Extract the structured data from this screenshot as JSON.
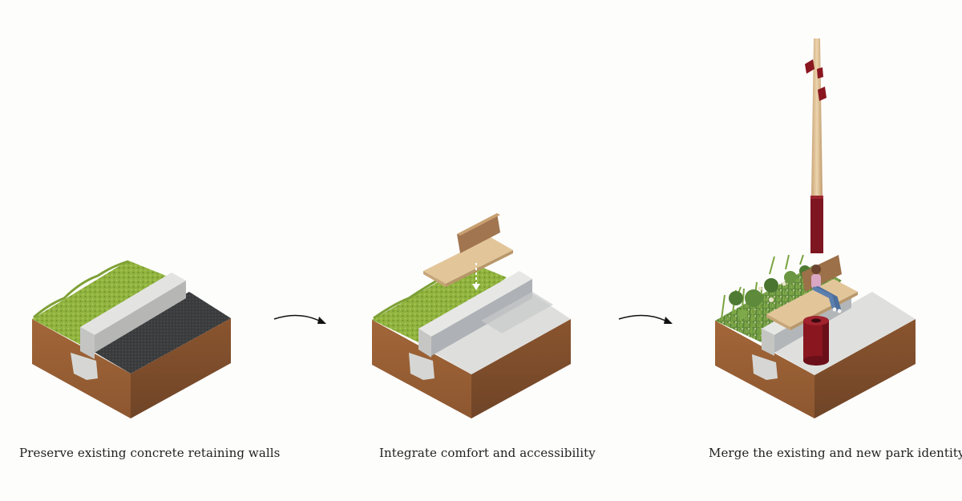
{
  "steps": [
    {
      "caption": "Preserve existing concrete retaining walls"
    },
    {
      "caption": "Integrate comfort and accessibility"
    },
    {
      "caption": "Merge the existing and new park identity"
    }
  ],
  "arrows": [
    "arrow-step-1-to-2",
    "arrow-step-2-to-3"
  ],
  "colors": {
    "grass": "#8fb23d",
    "soil": "#9a5d34",
    "concrete": "#d3d4d2",
    "asphalt": "#3b3c3d",
    "wood": "#e0c497",
    "accent_red": "#8a1620"
  }
}
